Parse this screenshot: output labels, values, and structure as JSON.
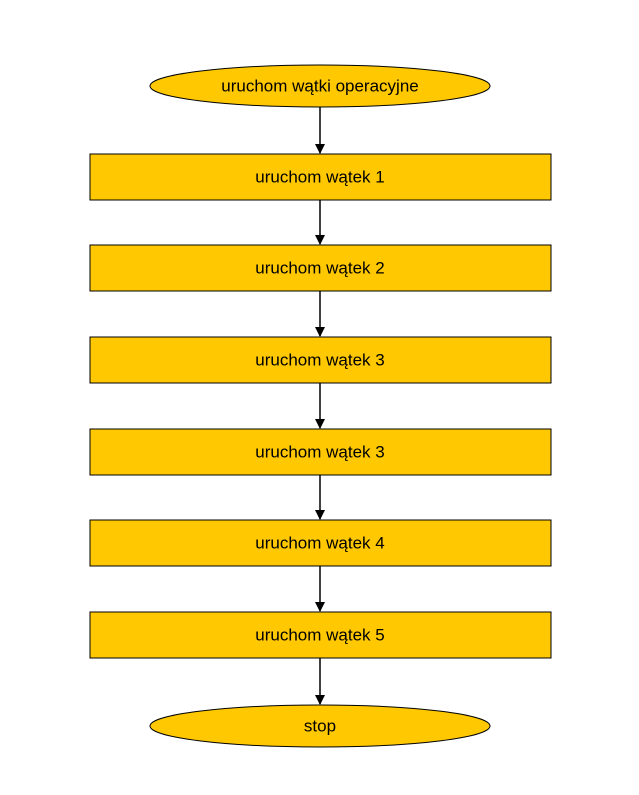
{
  "flowchart": {
    "colors": {
      "node_fill": "#FFC800",
      "node_stroke": "#000000",
      "edge": "#000000",
      "text": "#000000"
    },
    "start": {
      "label": "uruchom wątki operacyjne"
    },
    "steps": [
      {
        "label": "uruchom wątek 1"
      },
      {
        "label": "uruchom wątek 2"
      },
      {
        "label": "uruchom wątek 3"
      },
      {
        "label": "uruchom wątek 3"
      },
      {
        "label": "uruchom wątek 4"
      },
      {
        "label": "uruchom wątek 5"
      }
    ],
    "end": {
      "label": "stop"
    }
  }
}
